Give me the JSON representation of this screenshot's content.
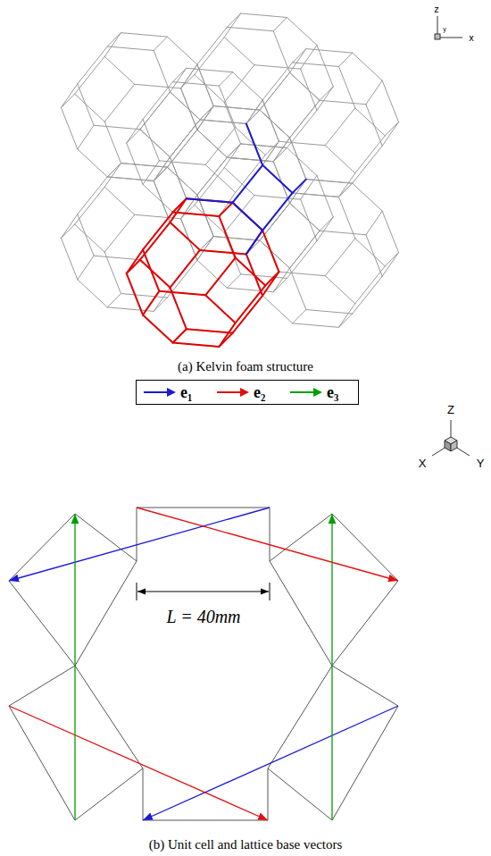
{
  "diagram": {
    "labels": [
      "z",
      "y",
      "x",
      "(a) Kelvin foam structure",
      "L = 40mm",
      "Z",
      "X",
      "Y",
      "(b) Unit cell and lattice base vectors"
    ],
    "legend": [
      {
        "text": "e₁",
        "color": "#1a1ad8"
      },
      {
        "text": "e₂",
        "color": "#e01010"
      },
      {
        "text": "e₃",
        "color": "#00a000"
      }
    ]
  }
}
